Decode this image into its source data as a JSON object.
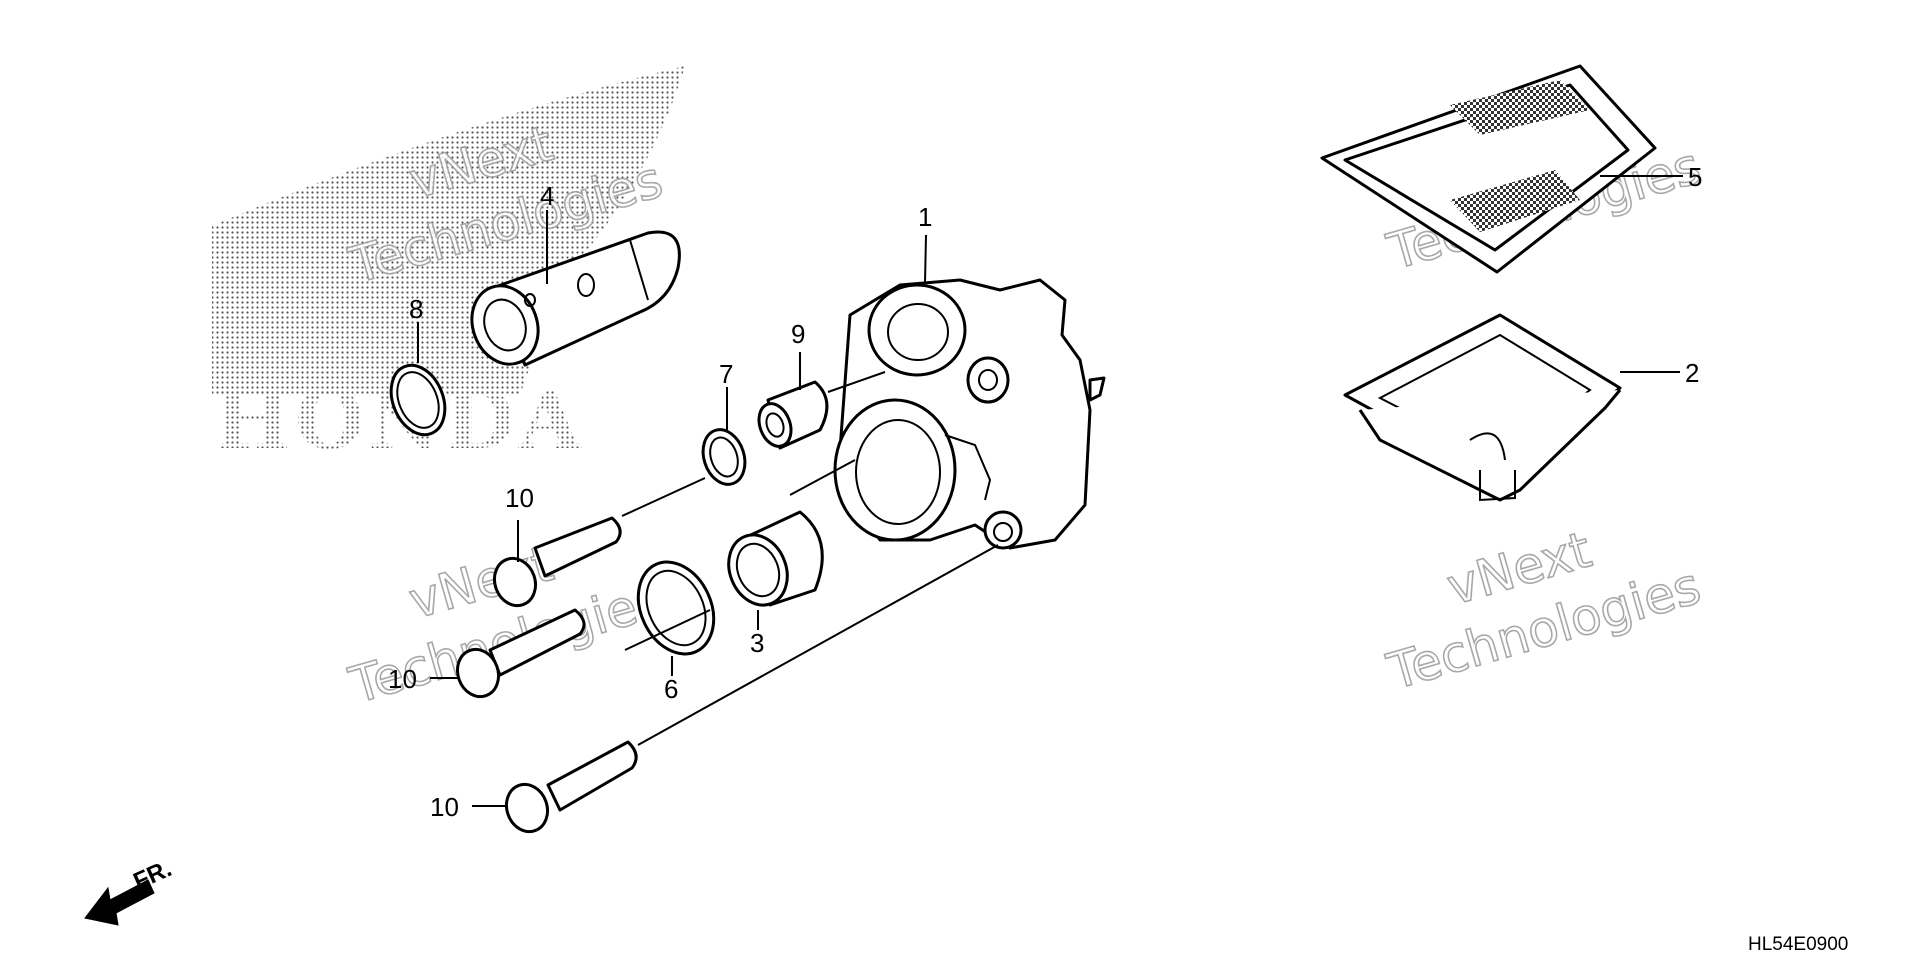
{
  "diagram": {
    "brand_logo": "HONDA",
    "diagram_code": "HL54E0900",
    "front_indicator": "FR.",
    "watermark": {
      "line1": "vNext",
      "line2": "Technologies"
    },
    "callouts": [
      "1",
      "2",
      "3",
      "4",
      "5",
      "6",
      "7",
      "8",
      "9",
      "10",
      "10",
      "10"
    ]
  }
}
